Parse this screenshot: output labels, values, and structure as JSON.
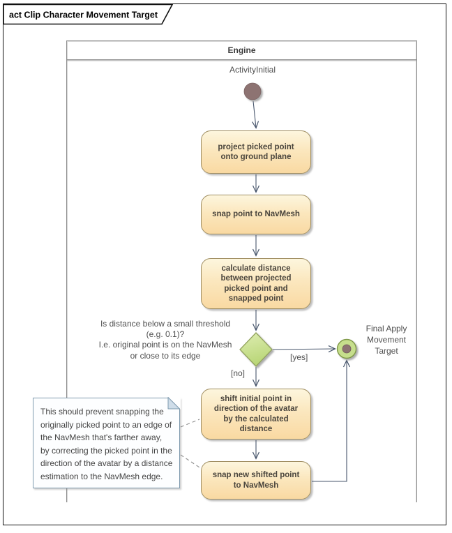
{
  "frame": {
    "title": "act Clip Character Movement Target"
  },
  "partition": {
    "name": "Engine"
  },
  "initial": {
    "label": "ActivityInitial"
  },
  "activities": [
    {
      "label": "project picked point onto ground plane"
    },
    {
      "label": "snap point to NavMesh"
    },
    {
      "label": "calculate distance between projected picked point and snapped point"
    },
    {
      "label": "shift initial point in direction of the avatar by the calculated distance"
    },
    {
      "label": "snap new shifted point to NavMesh"
    }
  ],
  "decision": {
    "question": "Is distance below a small threshold\n(e.g. 0.1)?\nI.e. original point is on the NavMesh\nor close to its edge"
  },
  "final": {
    "label": "Final Apply\nMovement\nTarget"
  },
  "edge_labels": {
    "yes": "[yes]",
    "no": "[no]"
  },
  "note": {
    "text": "This should prevent snapping the\noriginally picked point to an edge of\nthe NavMesh that's farther away,\nby correcting the picked point in the\ndirection of the avatar by a distance\nestimation to the NavMesh edge."
  },
  "colors": {
    "activity_fill_top": "#FDF6DE",
    "activity_fill_bottom": "#F9D9A2",
    "activity_border": "#A08E62",
    "decision_fill_top": "#DEEDB2",
    "decision_fill_bottom": "#B9D677",
    "decision_border": "#93A35E",
    "node_brown": "#8D7372",
    "final_ring_fill": "#C6DE8C",
    "final_ring_border": "#7E9747",
    "note_border": "#7E9AAE",
    "note_fold": "#CFDDE9",
    "connector": "#47556B",
    "frame_border": "#8F8F8F"
  }
}
